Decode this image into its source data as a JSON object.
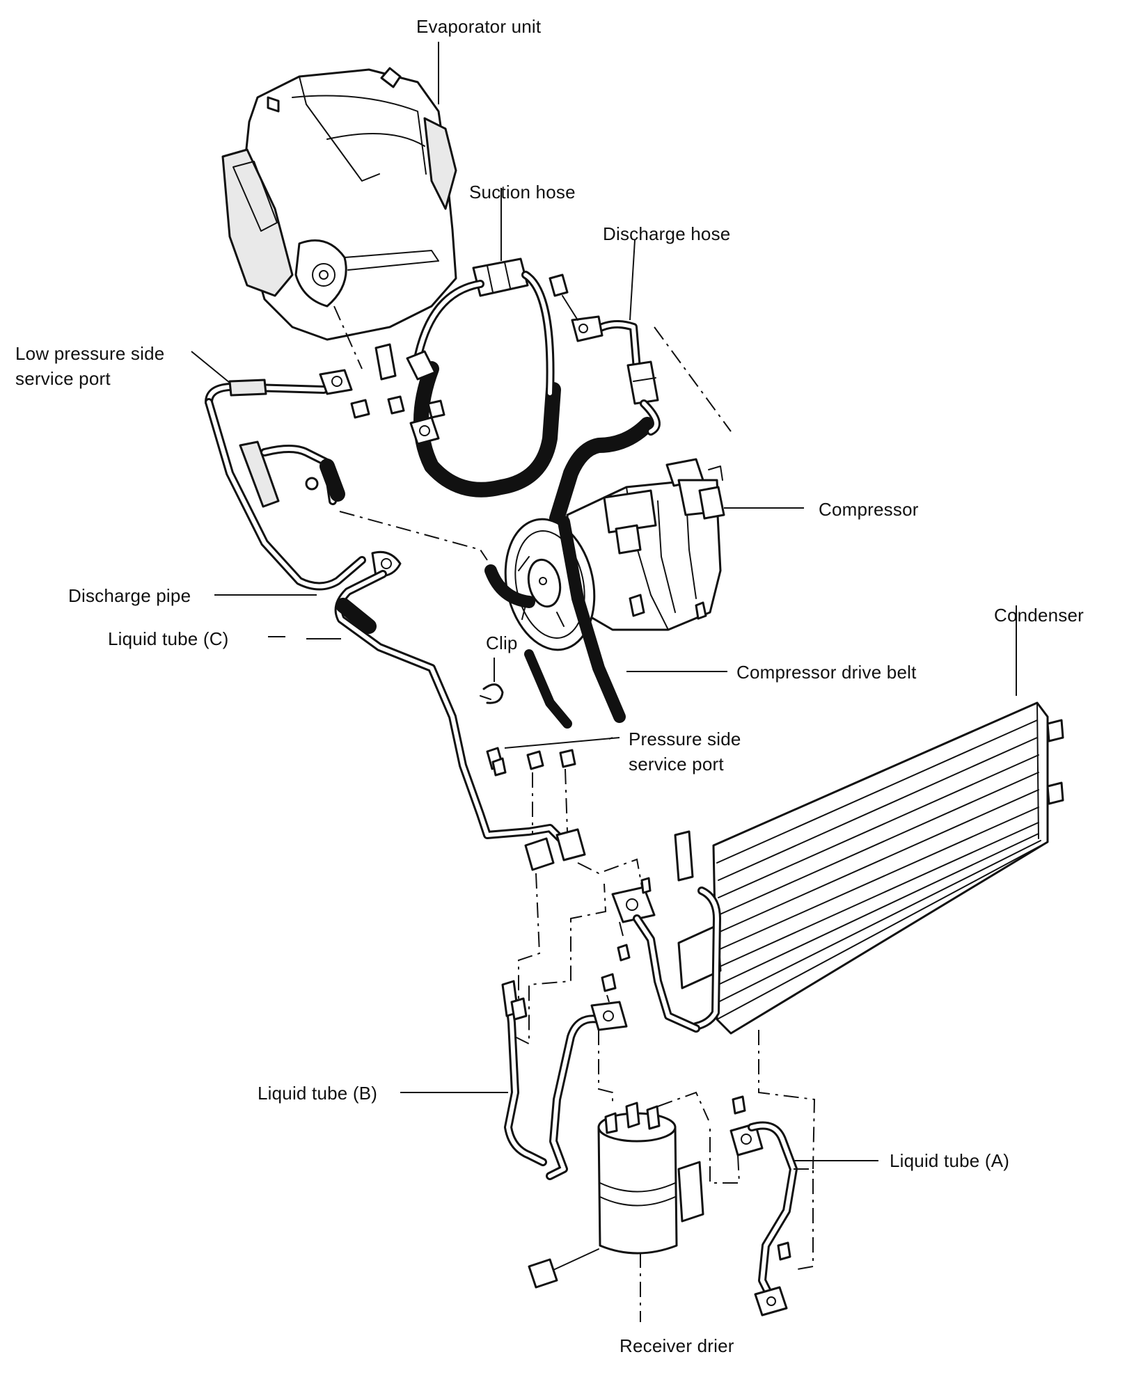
{
  "labels": {
    "evaporator_unit": "Evaporator unit",
    "suction_hose": "Suction hose",
    "discharge_hose": "Discharge hose",
    "low_pressure_port_line1": "Low pressure side",
    "low_pressure_port_line2": "service port",
    "compressor": "Compressor",
    "condenser": "Condenser",
    "discharge_pipe": "Discharge pipe",
    "liquid_tube_c": "Liquid tube (C)",
    "clip": "Clip",
    "compressor_drive_belt": "Compressor drive belt",
    "pressure_port_line1": "Pressure side",
    "pressure_port_line2": "service port",
    "liquid_tube_b": "Liquid tube (B)",
    "liquid_tube_a": "Liquid tube (A)",
    "receiver_drier": "Receiver drier"
  },
  "colors": {
    "ink": "#111111",
    "background": "#ffffff"
  }
}
